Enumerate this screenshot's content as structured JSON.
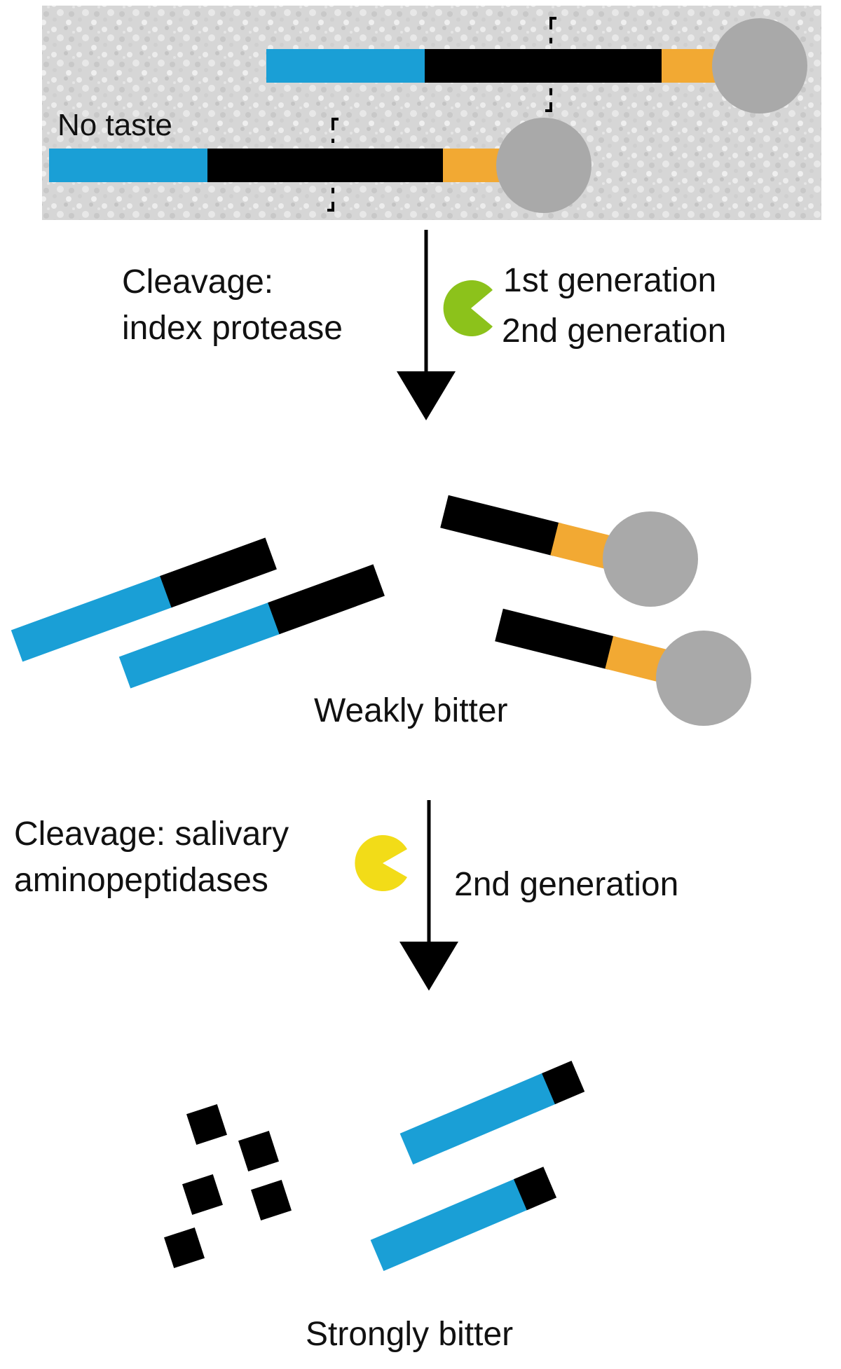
{
  "labels": {
    "no_taste": "No taste",
    "cleavage_1": "Cleavage:",
    "index_protease": "index protease",
    "gen_1": "1st generation",
    "gen_2_a": "2nd generation",
    "weakly_bitter": "Weakly bitter",
    "cleavage_2_line1": "Cleavage: salivary",
    "cleavage_2_line2": "aminopeptidases",
    "gen_2_b": "2nd generation",
    "strongly_bitter": "Strongly bitter"
  },
  "icons": {
    "index_protease_enzyme": "green-pacman-icon",
    "salivary_aminopeptidase_enzyme": "yellow-pacman-icon"
  },
  "colors": {
    "peptide_blue": "#1a9fd6",
    "peptide_black": "#000000",
    "linker_orange": "#f2a933",
    "bead_gray": "#a9a9a9",
    "panel_gray": "#d9d9d9",
    "enzyme_green": "#8cc21b",
    "enzyme_yellow": "#f2dc18"
  }
}
